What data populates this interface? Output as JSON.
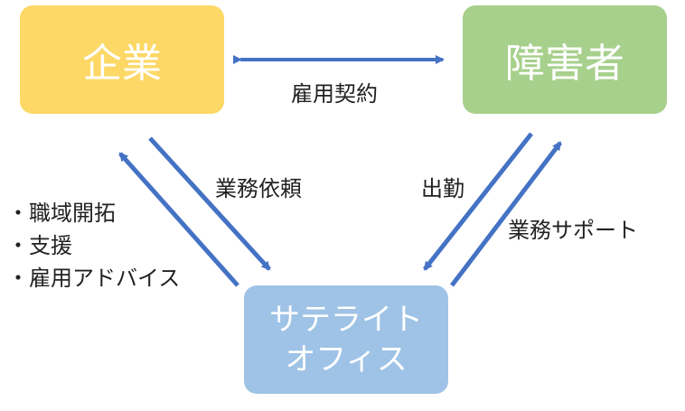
{
  "nodes": {
    "company": "企業",
    "worker": "障害者",
    "office_line1": "サテライト",
    "office_line2": "オフィス"
  },
  "edges": {
    "contract": "雇用契約",
    "request": "業務依頼",
    "attend": "出勤",
    "support": "業務サポート"
  },
  "office_to_company_items": [
    "・職域開拓",
    "・支援",
    "・雇用アドバイス"
  ],
  "colors": {
    "company_box": "#fdd866",
    "worker_box": "#a7d08c",
    "office_box": "#9fc3e6",
    "arrow": "#4472c4"
  }
}
